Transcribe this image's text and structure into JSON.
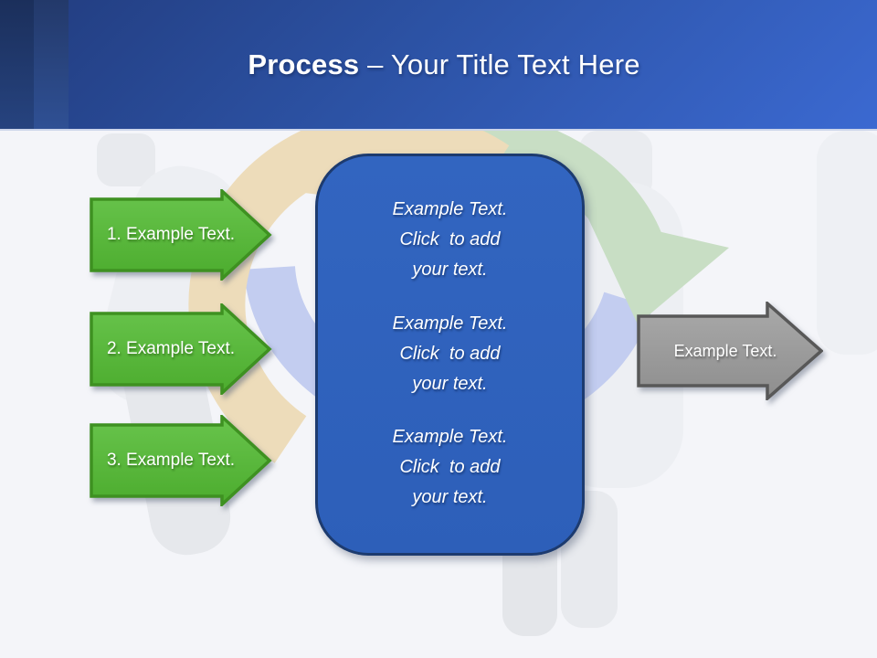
{
  "header": {
    "title_bold": "Process",
    "title_rest": " – Your Title Text Here"
  },
  "steps": [
    {
      "label": "1. Example Text."
    },
    {
      "label": "2. Example Text."
    },
    {
      "label": "3. Example Text."
    }
  ],
  "center_panel": {
    "paragraphs": [
      "Example Text.\nClick  to add\nyour text.",
      "Example Text.\nClick  to add\nyour text.",
      "Example Text.\nClick  to add\nyour text."
    ]
  },
  "output_arrow": {
    "label": "Example Text."
  },
  "colors": {
    "step_green": "#55b637",
    "step_green_border": "#3e9121",
    "panel_blue": "#2f63be",
    "panel_border": "#1d3b6f",
    "output_gray": "#9a9a9a",
    "output_gray_border": "#585858",
    "arc_tan": "#eddcba",
    "arc_green": "#c8dec4",
    "arc_lavender": "#c3cdf0",
    "slide_bg": "#f4f5f9"
  }
}
